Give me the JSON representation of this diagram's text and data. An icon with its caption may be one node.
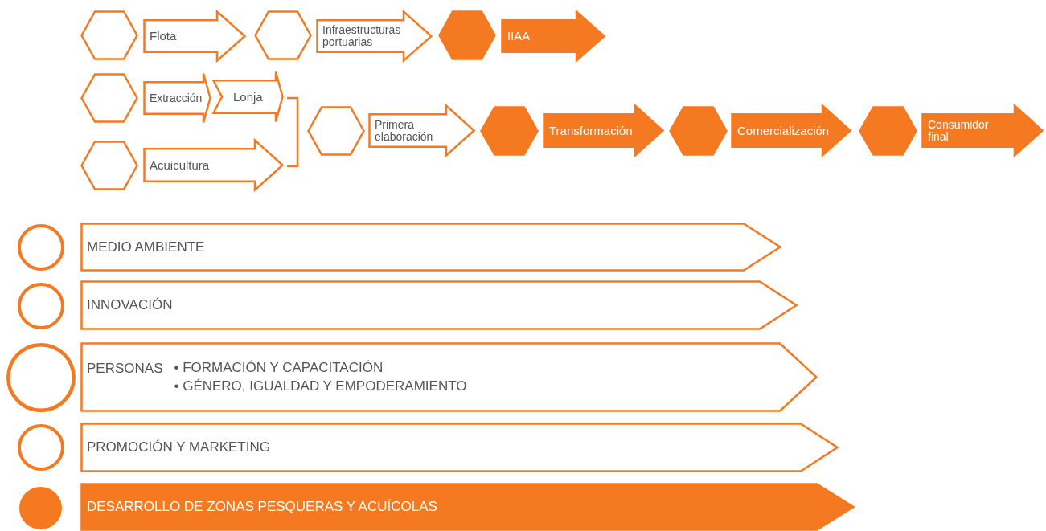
{
  "diagram": {
    "nodes": [
      {
        "text": [],
        "shape": "hexagon"
      },
      {
        "text": [
          "Flota"
        ]
      },
      {
        "text": [],
        "shape": "hexagon"
      },
      {
        "text": [
          "Infraestructuras portuarias"
        ]
      },
      {
        "text": [],
        "shape": "hexagon"
      },
      {
        "text": [
          "IIAA"
        ]
      },
      {
        "text": [],
        "shape": "hexagon"
      },
      {
        "text": [
          "Extracción"
        ]
      },
      {
        "text": [
          "Lonja"
        ]
      },
      {
        "text": [],
        "shape": "hexagon"
      },
      {
        "text": [
          "Acuicultura"
        ]
      },
      {
        "text": [],
        "shape": "hexagon"
      },
      {
        "text": [
          "Primera elaboración"
        ]
      },
      {
        "text": [],
        "shape": "hexagon"
      },
      {
        "text": [
          "Transformación"
        ]
      },
      {
        "text": [],
        "shape": "hexagon"
      },
      {
        "text": [
          "Comercialización"
        ]
      },
      {
        "text": [],
        "shape": "hexagon"
      },
      {
        "text": [
          "Consumidor final"
        ]
      },
      {
        "text": [],
        "shape": "circle"
      },
      {
        "text": [
          "MEDIO AMBIENTE"
        ]
      },
      {
        "text": [],
        "shape": "circle"
      },
      {
        "text": [
          "INNOVACIÓN"
        ]
      },
      {
        "text": [],
        "shape": "circle"
      },
      {
        "text": [
          "PERSONAS",
          "• FORMACIÓN Y CAPACITACIÓN",
          "• GÉNERO, IGUALDAD Y EMPODERAMIENTO"
        ]
      },
      {
        "text": [],
        "shape": "circle"
      },
      {
        "text": [
          "PROMOCIÓN Y MARKETING"
        ]
      },
      {
        "text": [],
        "shape": "circle"
      },
      {
        "text": [
          "DESARROLLO DE ZONAS PESQUERAS Y ACUÍCOLAS"
        ]
      }
    ]
  }
}
